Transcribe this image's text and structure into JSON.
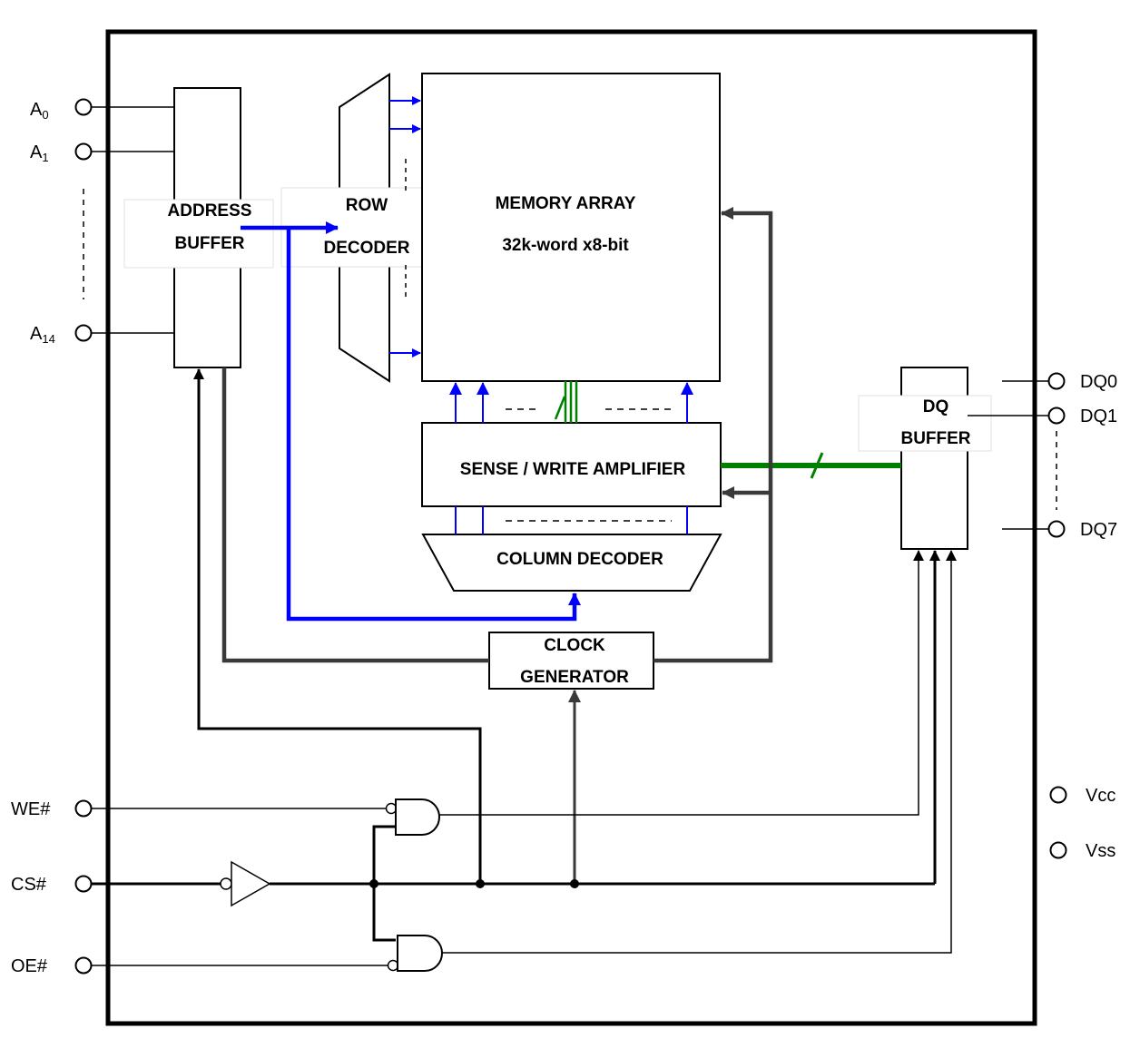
{
  "colors": {
    "address_bus": "#0000ff",
    "data_bus": "#008000",
    "control": "#3a3a3a",
    "frame": "#000000"
  },
  "blocks": {
    "address_buffer": [
      "ADDRESS",
      "BUFFER"
    ],
    "row_decoder": [
      "ROW",
      "DECODER"
    ],
    "memory_array": [
      "MEMORY ARRAY",
      "32k-word x8-bit"
    ],
    "sense_write_amplifier": "SENSE / WRITE AMPLIFIER",
    "column_decoder": "COLUMN DECODER",
    "clock_generator": [
      "CLOCK",
      "GENERATOR"
    ],
    "dq_buffer": [
      "DQ",
      "BUFFER"
    ]
  },
  "pins": {
    "address": [
      {
        "base": "A",
        "sub": "0"
      },
      {
        "base": "A",
        "sub": "1"
      },
      {
        "base": "A",
        "sub": "14"
      }
    ],
    "control": [
      "WE#",
      "CS#",
      "OE#"
    ],
    "data": [
      "DQ0",
      "DQ1",
      "DQ7"
    ],
    "power": [
      "Vcc",
      "Vss"
    ]
  }
}
